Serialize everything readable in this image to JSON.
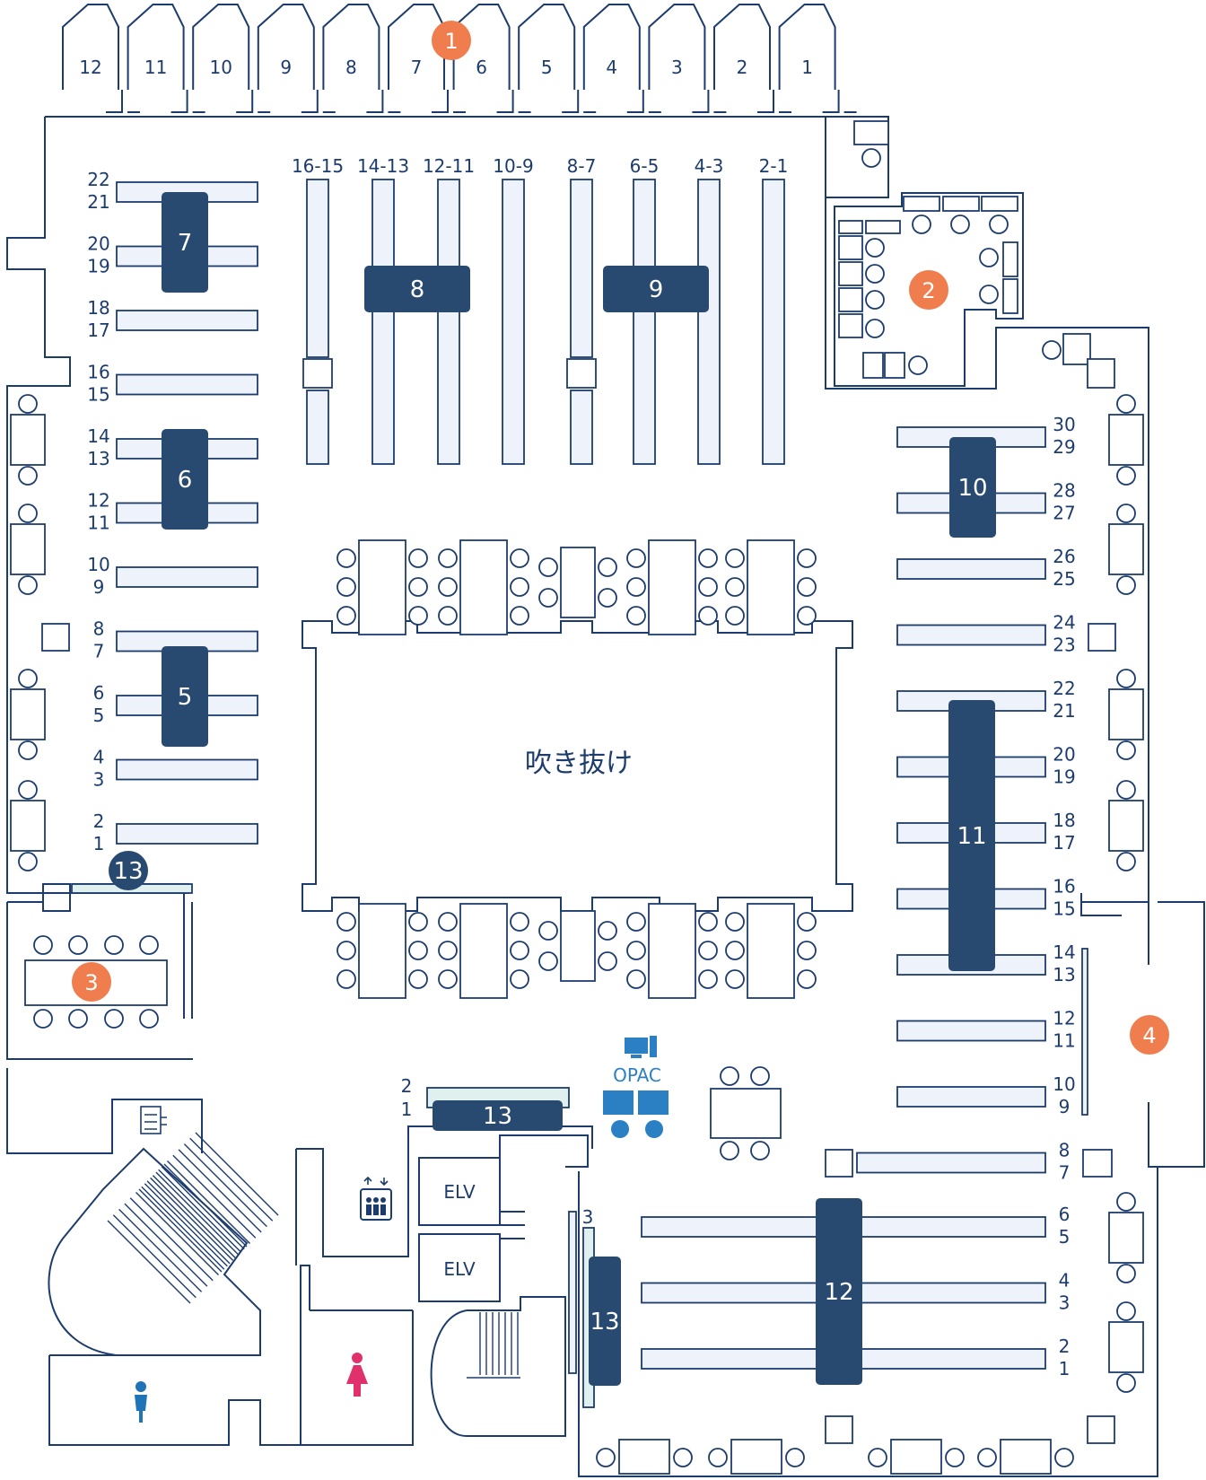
{
  "colors": {
    "wall": "#1d3c6e",
    "block": "#294a70",
    "marker": "#ef7d4d",
    "opac": "#2b7fc3",
    "female": "#e0316c",
    "male": "#1f73b7"
  },
  "atrium_label": "吹き抜け",
  "opac_label": "OPAC",
  "elevator_label": "ELV",
  "study_rooms": [
    "12",
    "11",
    "10",
    "9",
    "8",
    "7",
    "6",
    "5",
    "4",
    "3",
    "2",
    "1"
  ],
  "top_shelf_labels": [
    "16-15",
    "14-13",
    "12-11",
    "10-9",
    "8-7",
    "6-5",
    "4-3",
    "2-1"
  ],
  "left_shelf_labels": [
    [
      "22",
      "21"
    ],
    [
      "20",
      "19"
    ],
    [
      "18",
      "17"
    ],
    [
      "16",
      "15"
    ],
    [
      "14",
      "13"
    ],
    [
      "12",
      "11"
    ],
    [
      "10",
      "9"
    ],
    [
      "8",
      "7"
    ],
    [
      "6",
      "5"
    ],
    [
      "4",
      "3"
    ],
    [
      "2",
      "1"
    ]
  ],
  "right_shelf_labels": [
    [
      "30",
      "29"
    ],
    [
      "28",
      "27"
    ],
    [
      "26",
      "25"
    ],
    [
      "24",
      "23"
    ],
    [
      "22",
      "21"
    ],
    [
      "20",
      "19"
    ],
    [
      "18",
      "17"
    ],
    [
      "16",
      "15"
    ],
    [
      "14",
      "13"
    ],
    [
      "12",
      "11"
    ],
    [
      "10",
      "9"
    ],
    [
      "8",
      "7"
    ]
  ],
  "bottom_shelf_labels": [
    [
      "6",
      "5"
    ],
    [
      "4",
      "3"
    ],
    [
      "2",
      "1"
    ]
  ],
  "block_labels": {
    "b5": "5",
    "b6": "6",
    "b7": "7",
    "b8": "8",
    "b9": "9",
    "b10": "10",
    "b11": "11",
    "b12": "12",
    "b13a": "13",
    "b13b": "13",
    "b13c": "13"
  },
  "marker_labels": {
    "m1": "1",
    "m2": "2",
    "m3": "3",
    "m4": "4"
  },
  "small_labels": {
    "center_shelf": [
      "2",
      "1"
    ],
    "side_shelf": "3"
  },
  "icons": [
    "copier-icon",
    "elevator-icon",
    "opac-computer-icon",
    "female-restroom-icon",
    "male-restroom-icon"
  ]
}
